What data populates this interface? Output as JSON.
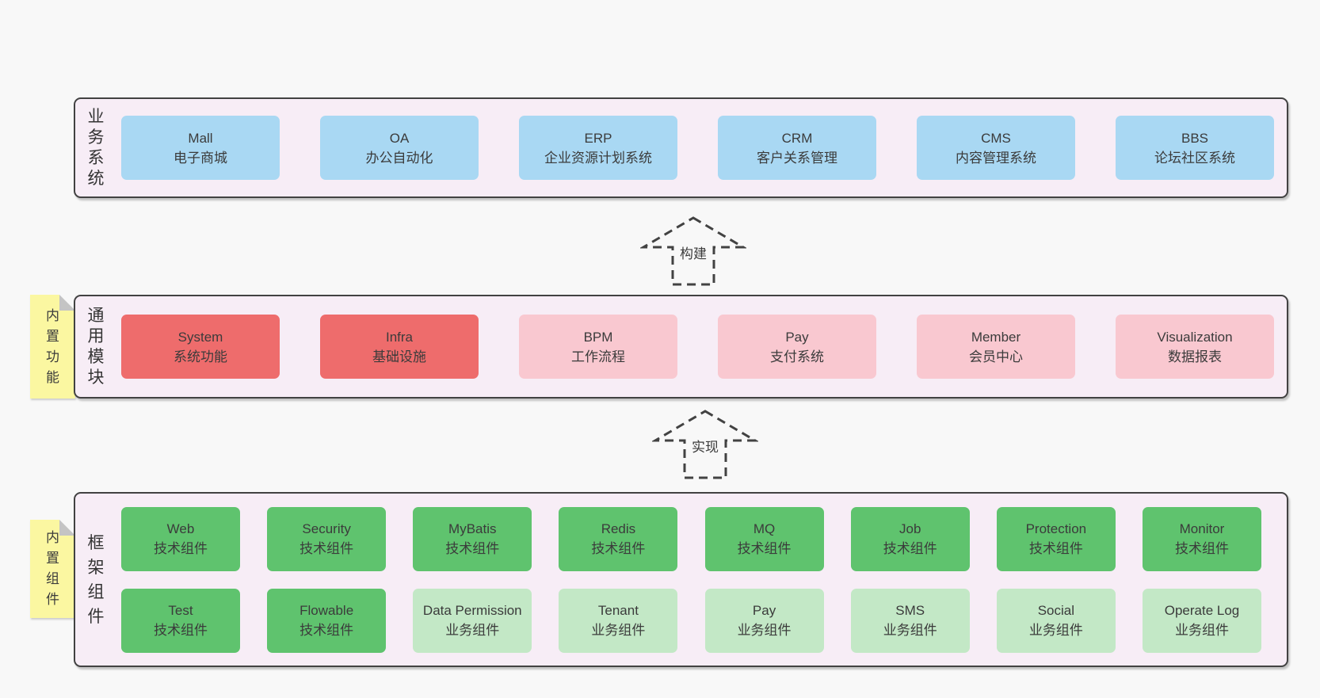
{
  "colors": {
    "page_bg": "#f8f8f8",
    "container_bg": "#f7edf6",
    "container_border": "#424242",
    "blue": "#a9d8f3",
    "red": "#ee6c6c",
    "pink": "#f9c8d0",
    "green": "#5fc36e",
    "light_green": "#c3e8c6",
    "note_bg": "#fbf7a1",
    "note_fold": "#c4c4c4",
    "text": "#3b3b3b"
  },
  "arrows": [
    {
      "label": "构建"
    },
    {
      "label": "实现"
    }
  ],
  "notes": [
    {
      "text": "内置功能"
    },
    {
      "text": "内置组件"
    }
  ],
  "layers": [
    {
      "label": "业务系统",
      "rows": [
        [
          {
            "title": "Mall",
            "subtitle": "电子商城",
            "color": "blue"
          },
          {
            "title": "OA",
            "subtitle": "办公自动化",
            "color": "blue"
          },
          {
            "title": "ERP",
            "subtitle": "企业资源计划系统",
            "color": "blue"
          },
          {
            "title": "CRM",
            "subtitle": "客户关系管理",
            "color": "blue"
          },
          {
            "title": "CMS",
            "subtitle": "内容管理系统",
            "color": "blue"
          },
          {
            "title": "BBS",
            "subtitle": "论坛社区系统",
            "color": "blue"
          }
        ]
      ]
    },
    {
      "label": "通用模块",
      "rows": [
        [
          {
            "title": "System",
            "subtitle": "系统功能",
            "color": "red"
          },
          {
            "title": "Infra",
            "subtitle": "基础设施",
            "color": "red"
          },
          {
            "title": "BPM",
            "subtitle": "工作流程",
            "color": "pink"
          },
          {
            "title": "Pay",
            "subtitle": "支付系统",
            "color": "pink"
          },
          {
            "title": "Member",
            "subtitle": "会员中心",
            "color": "pink"
          },
          {
            "title": "Visualization",
            "subtitle": "数据报表",
            "color": "pink"
          }
        ]
      ]
    },
    {
      "label": "框架组件",
      "rows": [
        [
          {
            "title": "Web",
            "subtitle": "技术组件",
            "color": "green"
          },
          {
            "title": "Security",
            "subtitle": "技术组件",
            "color": "green"
          },
          {
            "title": "MyBatis",
            "subtitle": "技术组件",
            "color": "green"
          },
          {
            "title": "Redis",
            "subtitle": "技术组件",
            "color": "green"
          },
          {
            "title": "MQ",
            "subtitle": "技术组件",
            "color": "green"
          },
          {
            "title": "Job",
            "subtitle": "技术组件",
            "color": "green"
          },
          {
            "title": "Protection",
            "subtitle": "技术组件",
            "color": "green"
          },
          {
            "title": "Monitor",
            "subtitle": "技术组件",
            "color": "green"
          }
        ],
        [
          {
            "title": "Test",
            "subtitle": "技术组件",
            "color": "green"
          },
          {
            "title": "Flowable",
            "subtitle": "技术组件",
            "color": "green"
          },
          {
            "title": "Data Permission",
            "subtitle": "业务组件",
            "color": "light_green"
          },
          {
            "title": "Tenant",
            "subtitle": "业务组件",
            "color": "light_green"
          },
          {
            "title": "Pay",
            "subtitle": "业务组件",
            "color": "light_green"
          },
          {
            "title": "SMS",
            "subtitle": "业务组件",
            "color": "light_green"
          },
          {
            "title": "Social",
            "subtitle": "业务组件",
            "color": "light_green"
          },
          {
            "title": "Operate Log",
            "subtitle": "业务组件",
            "color": "light_green"
          }
        ]
      ]
    }
  ]
}
